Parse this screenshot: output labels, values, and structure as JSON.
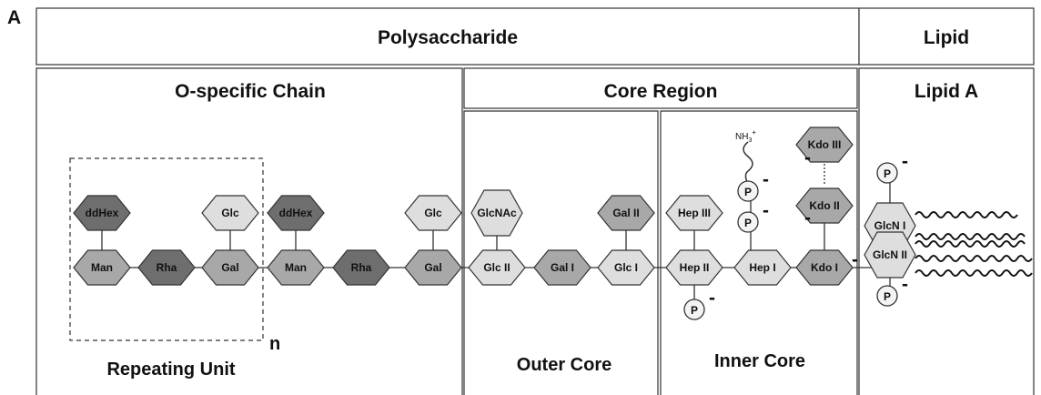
{
  "panel_label": "A",
  "headers": {
    "polysaccharide": "Polysaccharide",
    "lipid": "Lipid",
    "o_chain": "O-specific Chain",
    "core_region": "Core Region",
    "lipid_a": "Lipid A",
    "repeating_unit": "Repeating Unit",
    "outer_core": "Outer Core",
    "inner_core": "Inner Core",
    "repeat_n": "n"
  },
  "sugars": {
    "man1": "Man",
    "rha1": "Rha",
    "gal1": "Gal",
    "ddhex1": "ddHex",
    "glc1": "Glc",
    "man2": "Man",
    "rha2": "Rha",
    "gal2": "Gal",
    "ddhex2": "ddHex",
    "glc2": "Glc",
    "glc_ii": "Glc II",
    "gal_i": "Gal I",
    "glc_i": "Glc I",
    "glcnac": "GlcNAc",
    "gal_ii": "Gal II",
    "hep_ii": "Hep II",
    "hep_i": "Hep I",
    "kdo_i": "Kdo I",
    "hep_iii": "Hep III",
    "kdo_ii": "Kdo II",
    "kdo_iii": "Kdo III",
    "glcn_i": "GlcN I",
    "glcn_ii": "GlcN II"
  },
  "phosphate_label": "P",
  "charge_label": "-",
  "ammonium_label": "NH3+",
  "colors": {
    "dark": "#6e6e6e",
    "medium": "#a8a8a8",
    "light": "#dedede",
    "stroke": "#333333"
  }
}
